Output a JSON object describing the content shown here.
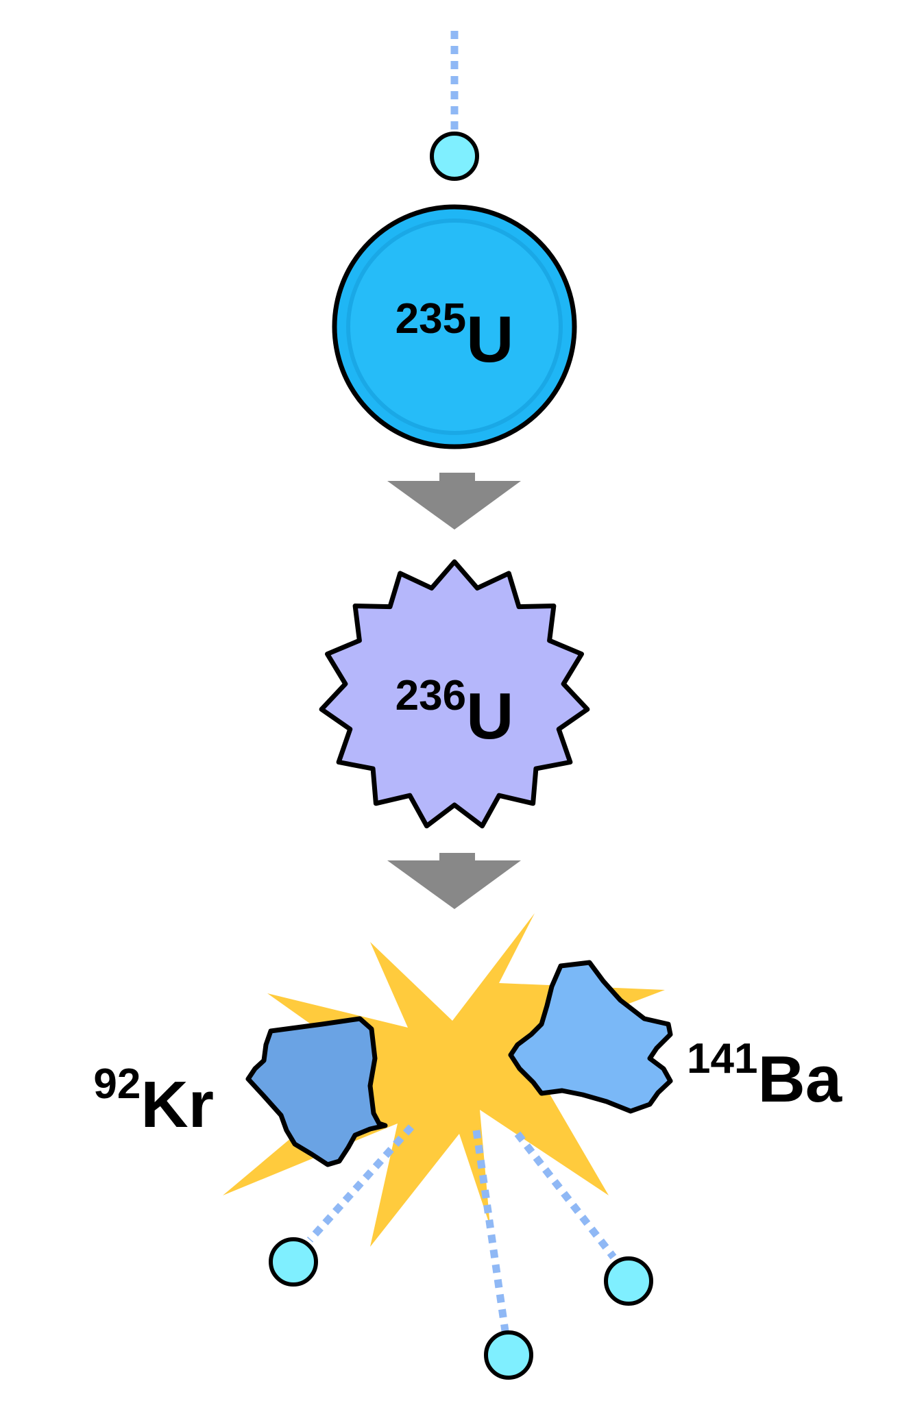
{
  "colors": {
    "neutron_fill": "#7fefff",
    "neutron_trail": "#8fb8f5",
    "u235_fill": "#1fb6f5",
    "u235_inner": "#26bcf8",
    "u236_fill": "#b5b7fb",
    "fragment_kr_fill": "#6aa3e4",
    "fragment_ba_fill": "#7ab8f7",
    "flash_fill": "#ffcb3d",
    "arrow_fill": "#888888",
    "outline": "#000000"
  },
  "nuclei": {
    "u235": {
      "mass": "235",
      "symbol": "U"
    },
    "u236": {
      "mass": "236",
      "symbol": "U"
    },
    "kr": {
      "mass": "92",
      "symbol": "Kr"
    },
    "ba": {
      "mass": "141",
      "symbol": "Ba"
    }
  },
  "icons": [
    "neutron-icon",
    "uranium-235-nucleus-icon",
    "uranium-236-nucleus-icon",
    "down-arrow-icon",
    "fission-flash-icon",
    "krypton-fragment-icon",
    "barium-fragment-icon"
  ]
}
